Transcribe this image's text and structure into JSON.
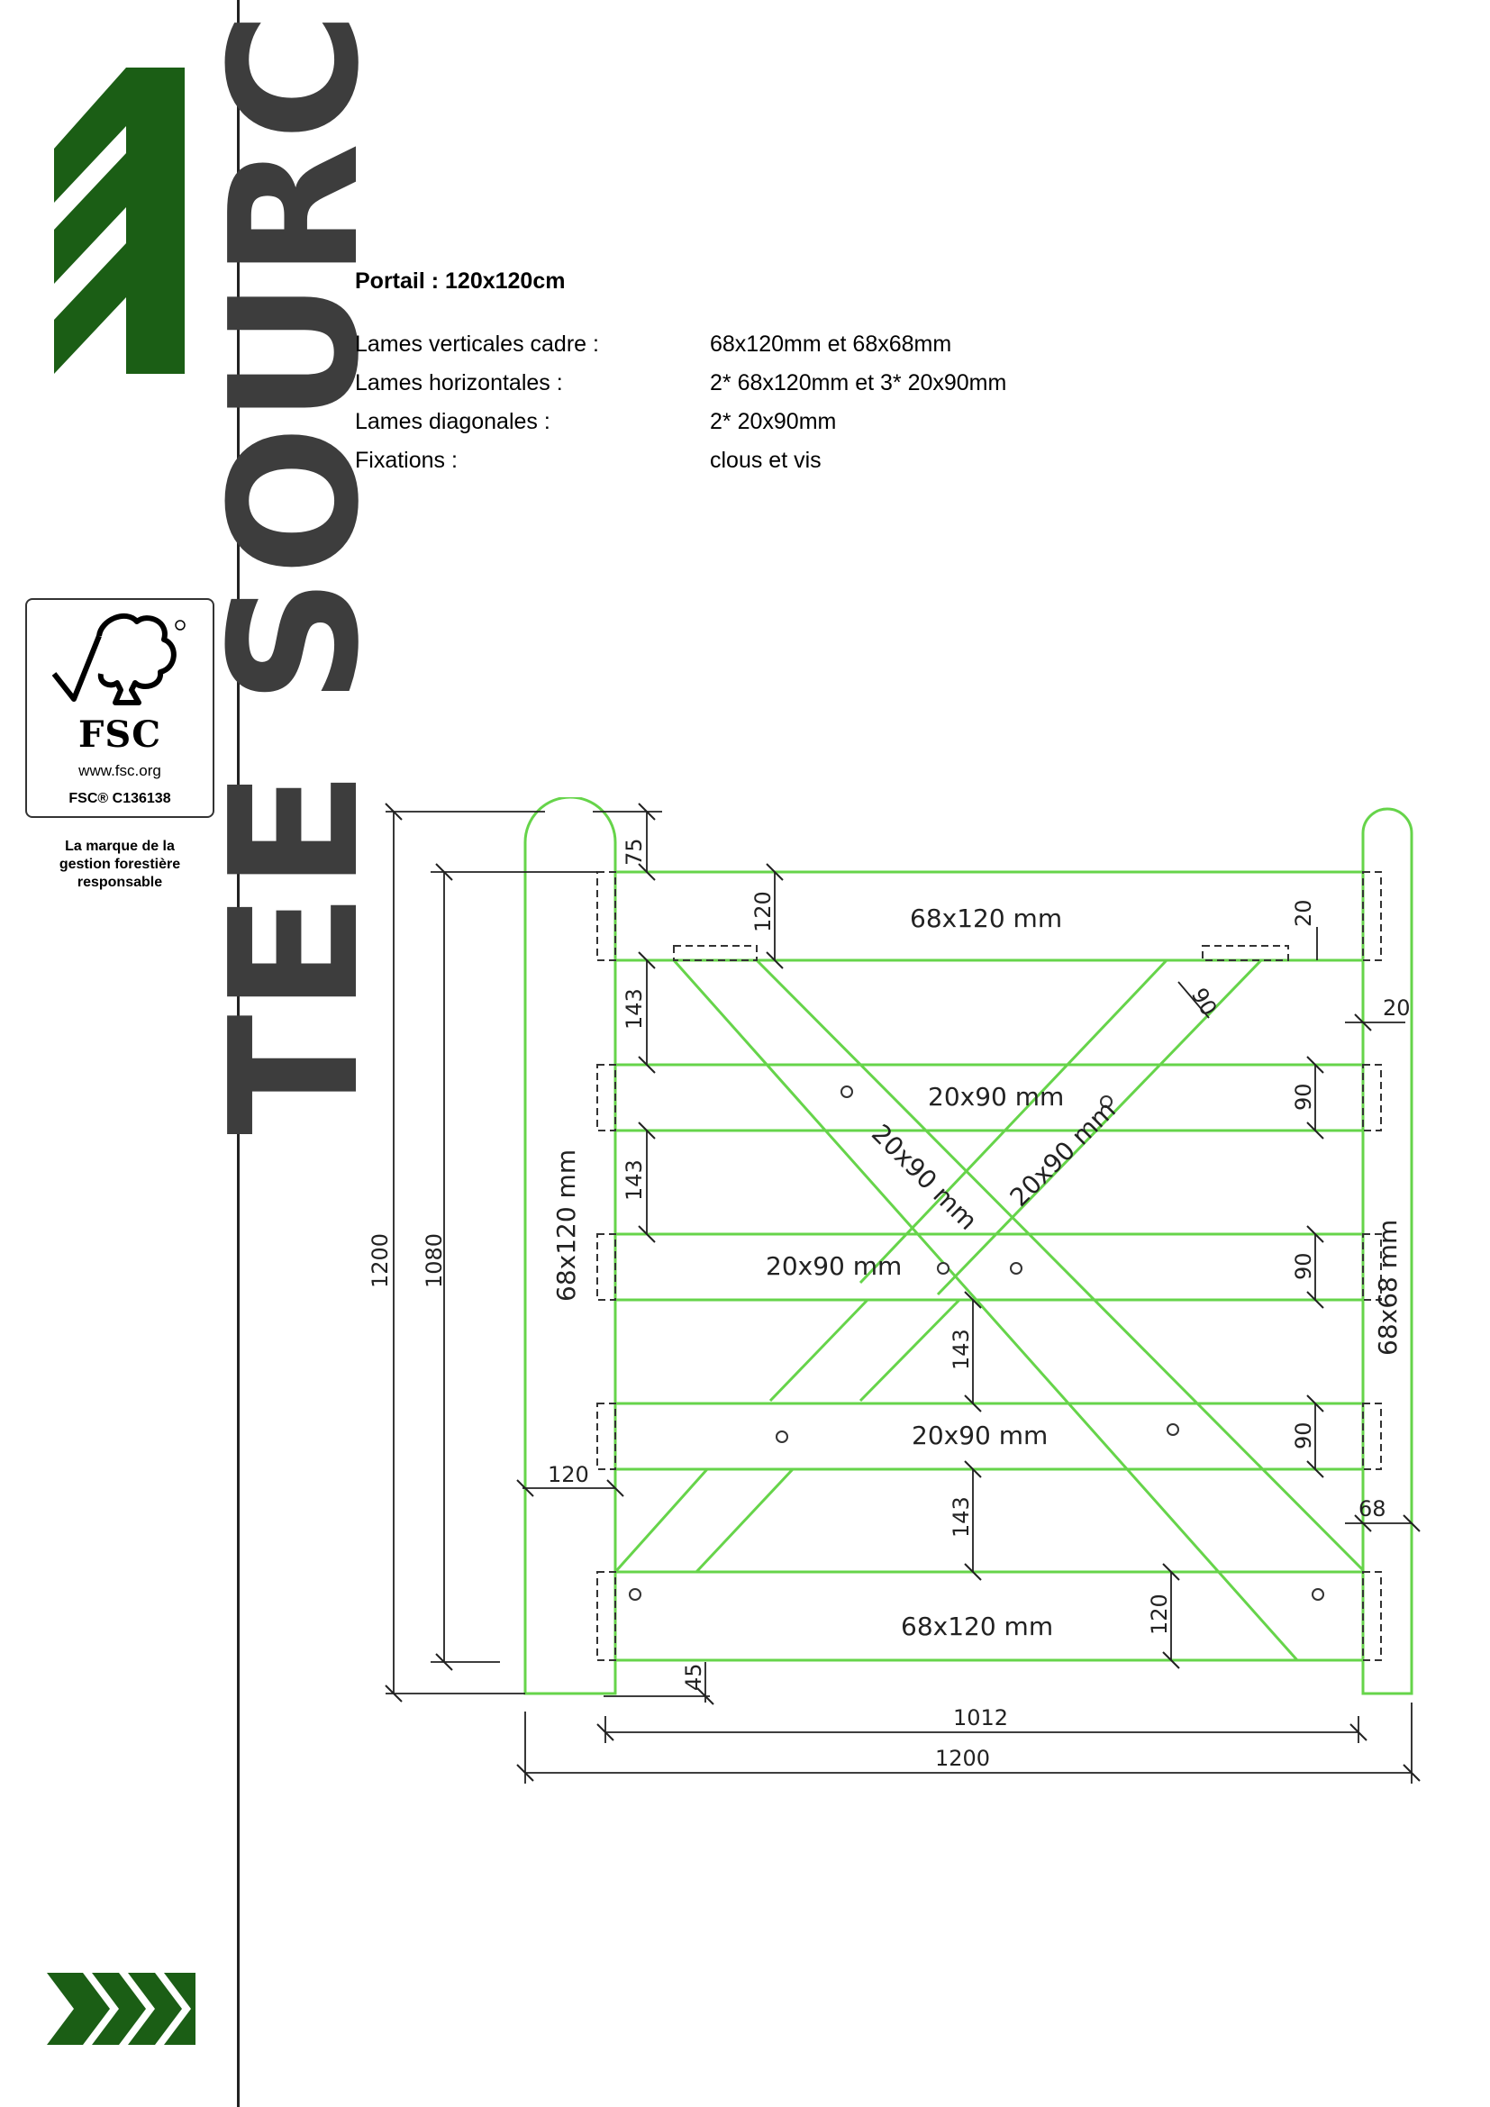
{
  "sidebar": {
    "fsc": {
      "name": "FSC",
      "url": "www.fsc.org",
      "code": "FSC® C136138",
      "tagline": [
        "La marque de la",
        "gestion forestière",
        "responsable"
      ]
    },
    "brand": "TEE SOURCING",
    "colors": {
      "green": "#1b5e15",
      "gray": "#3d3d3d"
    }
  },
  "document": {
    "heading": "Portail : 120x120cm",
    "specs": [
      {
        "label": "Lames verticales cadre :",
        "value": "68x120mm et 68x68mm"
      },
      {
        "label": "Lames horizontales :",
        "value": "2* 68x120mm et 3* 20x90mm"
      },
      {
        "label": "Lames diagonales :",
        "value": "2* 20x90mm"
      },
      {
        "label": "Fixations :",
        "value": "clous et vis"
      }
    ]
  },
  "drawing": {
    "line_color": "#66d44a",
    "labels": {
      "top_rail": "68x120  mm",
      "bottom_rail": "68x120  mm",
      "rail_2": "20x90  mm",
      "rail_3": "20x90  mm",
      "rail_4": "20x90  mm",
      "left_post": "68x120  mm",
      "right_post": "68x68  mm",
      "diag_main": "20x90  mm",
      "diag_second": "20x90  mm"
    },
    "dims": {
      "height_total": "1200",
      "height_inner": "1080",
      "top_offset": "75",
      "top_rail_h": "120",
      "gap_1": "143",
      "gap_2": "143",
      "gap_3": "143",
      "gap_4": "143",
      "diag_width": "90",
      "right_top": "20",
      "right_side": "20",
      "rail_h_2": "90",
      "rail_h_3": "90",
      "rail_h_4": "90",
      "post_width": "120",
      "right_post_w": "68",
      "bottom_rail_h": "120",
      "bottom_offset": "45",
      "width_inner": "1012",
      "width_total": "1200"
    }
  }
}
